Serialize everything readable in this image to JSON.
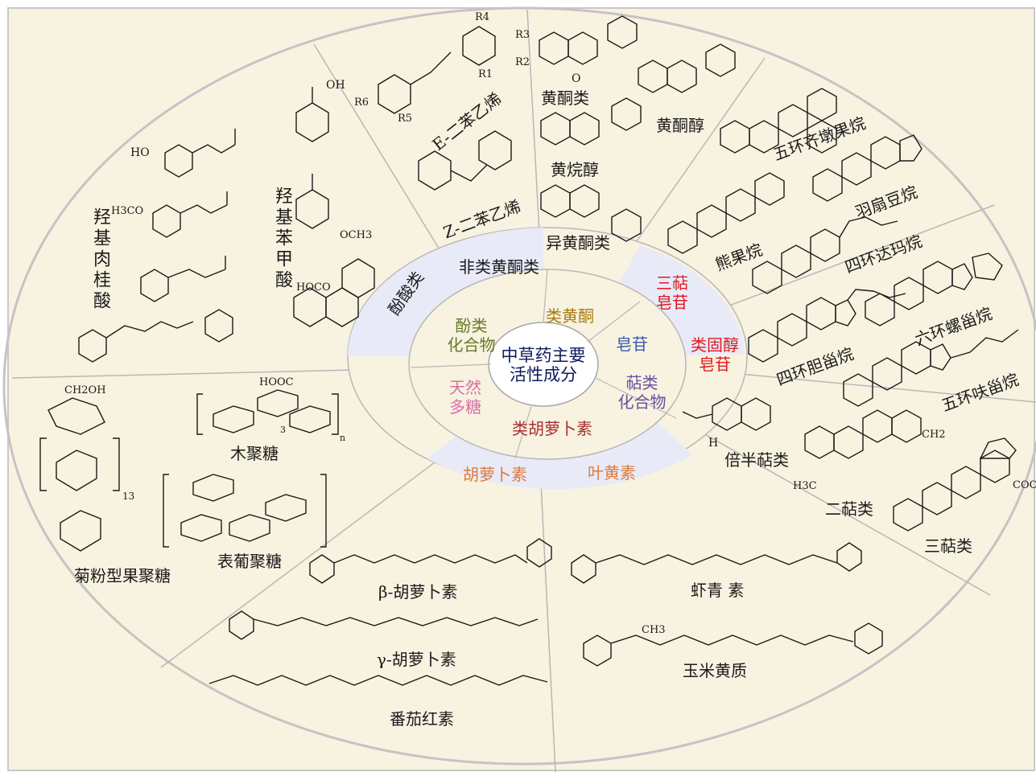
{
  "center": {
    "line1": "中草药主要",
    "line2": "活性成分"
  },
  "inner_ring": {
    "phenol": {
      "line1": "酚类",
      "line2": "化合物"
    },
    "flavone_like": "类黄酮",
    "saponin": "皂苷",
    "terpene": {
      "line1": "萜类",
      "line2": "化合物"
    },
    "carotenoid_like": "类胡萝卜素",
    "polysaccharide": {
      "line1": "天然",
      "line2": "多糖"
    }
  },
  "middle_ring": {
    "phenolic_acid": "酚酸类",
    "nonflavonoid": "非类黄酮类",
    "triterpene_saponin": {
      "line1": "三萜",
      "line2": "皂苷"
    },
    "steroidal_saponin": {
      "line1": "类固醇",
      "line2": "皂苷"
    },
    "carotene": "胡萝卜素",
    "xanthophyll": "叶黄素"
  },
  "outer_labels": {
    "hydroxycinnamic": "羟基肉桂酸",
    "hydroxybenzoic": "羟基苯甲酸",
    "e_stilbene": "E-二苯乙烯",
    "z_stilbene": "Z-二苯乙烯",
    "flavone": "黄酮类",
    "flavonol": "黄酮醇",
    "flavanol": "黄烷醇",
    "isoflavone": "异黄酮类",
    "oleanane": "五环齐墩果烷",
    "lupane": "羽扇豆烷",
    "ursane": "熊果烷",
    "dammarane": "四环达玛烷",
    "spirostane": "六环螺甾烷",
    "cholestane": "四环胆甾烷",
    "furostane": "五环呋甾烷",
    "sesquiterpene": "倍半萜类",
    "diterpene": "二萜类",
    "triterpene": "三萜类",
    "xylan": "木聚糖",
    "inulin": "菊粉型果聚糖",
    "glucan": "表葡聚糖",
    "beta_carotene": "β-胡萝卜素",
    "gamma_carotene": "γ-胡萝卜素",
    "lycopene": "番茄红素",
    "astaxanthin": "虾青 素",
    "zeaxanthin": "玉米黄质"
  },
  "chem_labels": {
    "R1": "R1",
    "R2": "R2",
    "R3": "R3",
    "R4": "R4",
    "R5": "R5",
    "R6": "R6",
    "OH": "OH",
    "HO": "HO",
    "O": "O",
    "H": "H",
    "H3CO": "H3CO",
    "OCH3": "OCH3",
    "HOCO": "HOCO",
    "COOH": "COOH",
    "CH2OH": "CH2OH",
    "HOOC": "HOOC",
    "H3C": "H3C",
    "CH3": "CH3",
    "CH2": "CH2",
    "n": "n",
    "sub3": "3",
    "sub13": "13"
  },
  "colors": {
    "background": "#f8f2e0",
    "frame": "#c8c8c8",
    "divider": "#b7b7b7",
    "middle_ring_fill": "#e8eaf8",
    "center_text": "#0d1a5c",
    "phenol": "#667a2a",
    "flavone_like": "#a77b12",
    "saponin": "#3b5bb0",
    "terpene": "#6a4ea0",
    "carotenoid_like": "#a83030",
    "polysaccharide": "#d86fa6",
    "triterpene_saponin": "#e0191f",
    "carotene": "#e07a3a",
    "structure_line": "#1a1a1a"
  }
}
